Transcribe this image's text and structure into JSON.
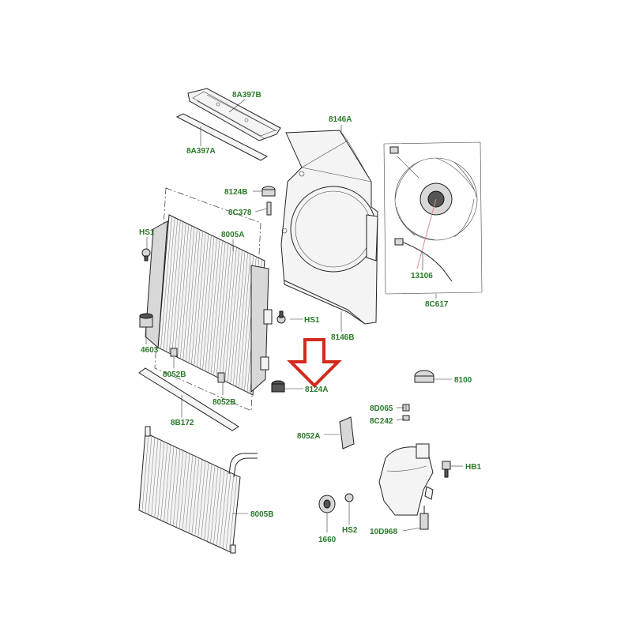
{
  "labels": {
    "l_8a397b": "8A397B",
    "l_8a397a": "8A397A",
    "l_8146a": "8146A",
    "l_8124b": "8124B",
    "l_8c378": "8C378",
    "l_hs1_left": "HS1",
    "l_8005a": "8005A",
    "l_hs1_right": "HS1",
    "l_8146b": "8146B",
    "l_4603": "4603",
    "l_8052b_left": "8052B",
    "l_8052b_bottom": "8052B",
    "l_8b172": "8B172",
    "l_8124a": "8124A",
    "l_13106": "13106",
    "l_8c617": "8C617",
    "l_8100": "8100",
    "l_8d065": "8D065",
    "l_8c242": "8C242",
    "l_8052a": "8052A",
    "l_hb1": "HB1",
    "l_8005b": "8005B",
    "l_hs2": "HS2",
    "l_1660": "1660",
    "l_10d968": "10D968"
  },
  "highlight": {
    "arrow_color": "#d42a1e",
    "label_color": "#2a7a2a"
  }
}
